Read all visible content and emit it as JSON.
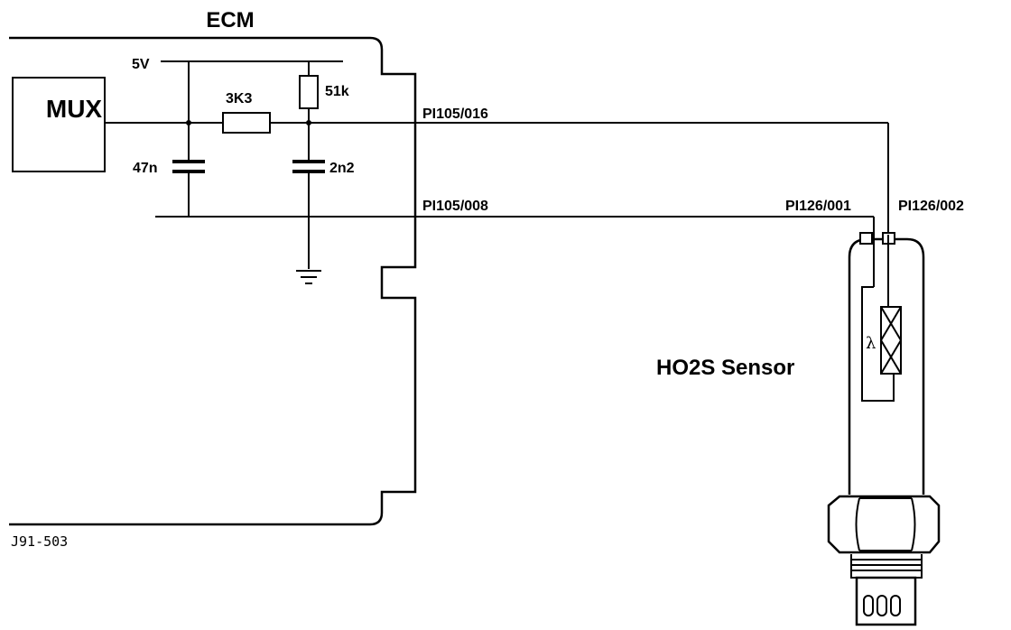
{
  "diagram": {
    "ecm_title": "ECM",
    "mux_label": "MUX",
    "supply_label": "5V",
    "resistor_series_label": "3K3",
    "resistor_pullup_label": "51k",
    "capacitor_left_label": "47n",
    "capacitor_right_label": "2n2",
    "pin_signal_ecm": "PI105/016",
    "pin_ground_ecm": "PI105/008",
    "pin_sensor_1": "PI126/001",
    "pin_sensor_2": "PI126/002",
    "sensor_label": "HO2S Sensor",
    "lambda_symbol": "λ",
    "figure_ref": "J91-503"
  }
}
